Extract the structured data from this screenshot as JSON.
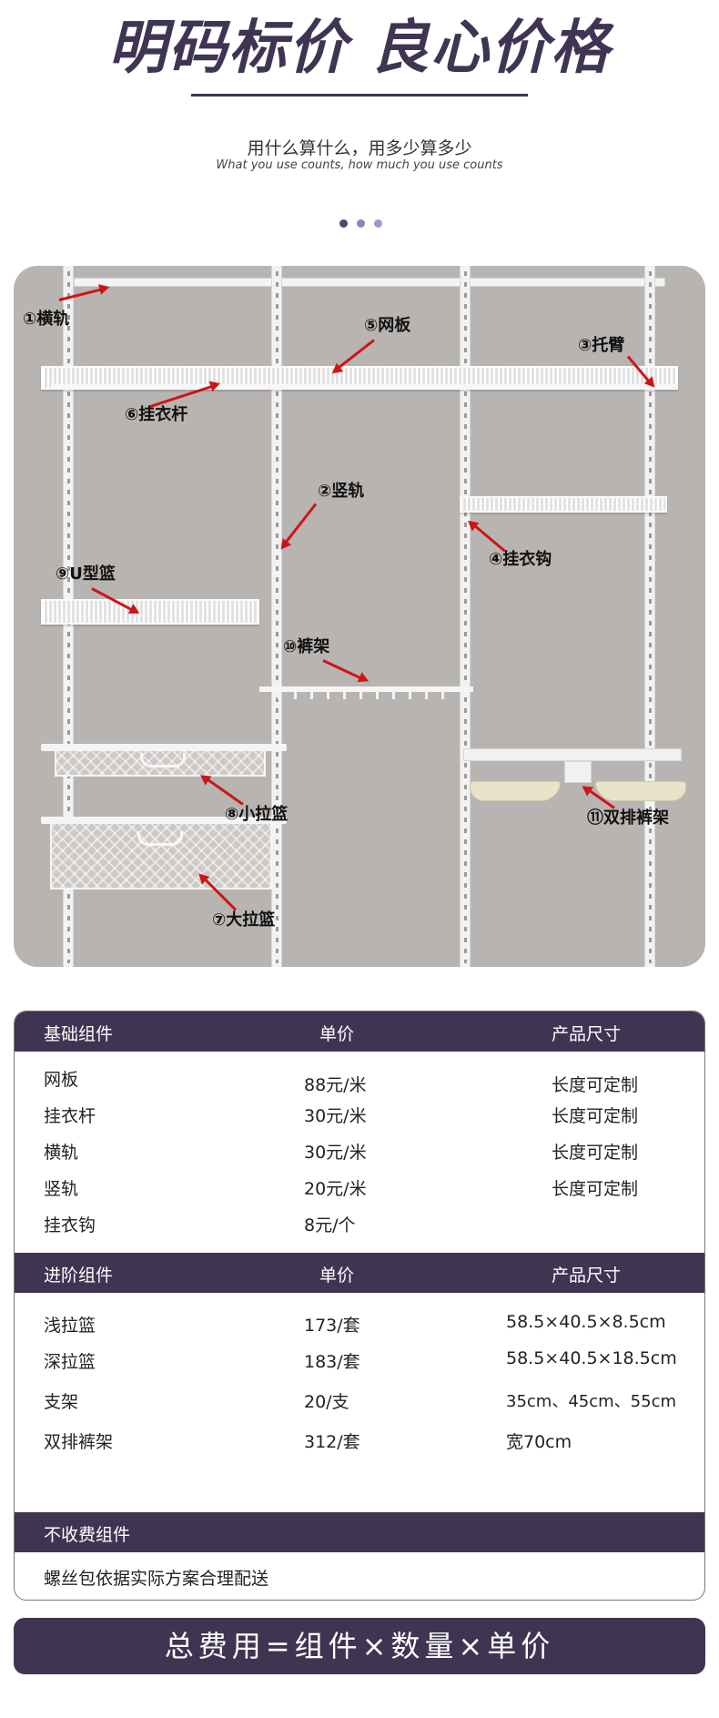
{
  "header": {
    "title": "明码标价 良心价格",
    "subtitle_cn": "用什么算什么，用多少算多少",
    "subtitle_en": "What you use counts, how much you use counts"
  },
  "dots_colors": [
    "#4b4a6b",
    "#8b84b8",
    "#a694d6"
  ],
  "diagram": {
    "labels": {
      "l1": "①横轨",
      "l2": "②竖轨",
      "l3": "③托臂",
      "l4": "④挂衣钩",
      "l5": "⑤网板",
      "l6": "⑥挂衣杆",
      "l7": "⑦大拉篮",
      "l8": "⑧小拉篮",
      "l9": "⑨U型篮",
      "l10": "⑩裤架",
      "l11": "⑪双排裤架"
    }
  },
  "basic": {
    "headers": [
      "基础组件",
      "单价",
      "产品尺寸"
    ],
    "rows": [
      {
        "name": "网板",
        "price": "88元/米",
        "size": "长度可定制"
      },
      {
        "name": "挂衣杆",
        "price": "30元/米",
        "size": "长度可定制"
      },
      {
        "name": "横轨",
        "price": "30元/米",
        "size": "长度可定制"
      },
      {
        "name": "竖轨",
        "price": "20元/米",
        "size": "长度可定制"
      },
      {
        "name": "挂衣钩",
        "price": "8元/个",
        "size": ""
      }
    ]
  },
  "advanced": {
    "headers": [
      "进阶组件",
      "单价",
      "产品尺寸"
    ],
    "rows": [
      {
        "name": "浅拉篮",
        "price": "173/套",
        "size": "58.5×40.5×8.5cm"
      },
      {
        "name": "深拉篮",
        "price": "183/套",
        "size": "58.5×40.5×18.5cm"
      },
      {
        "name": "支架",
        "price": "20/支",
        "size": "35cm、45cm、55cm"
      },
      {
        "name": "双排裤架",
        "price": "312/套",
        "size": "宽70cm"
      }
    ]
  },
  "free": {
    "header": "不收费组件",
    "note": "螺丝包依据实际方案合理配送"
  },
  "formula": "总费用=组件×数量×单价",
  "colors": {
    "brand": "#3f3553",
    "arrow": "#cc1616",
    "wall": "#b8b4b1"
  }
}
